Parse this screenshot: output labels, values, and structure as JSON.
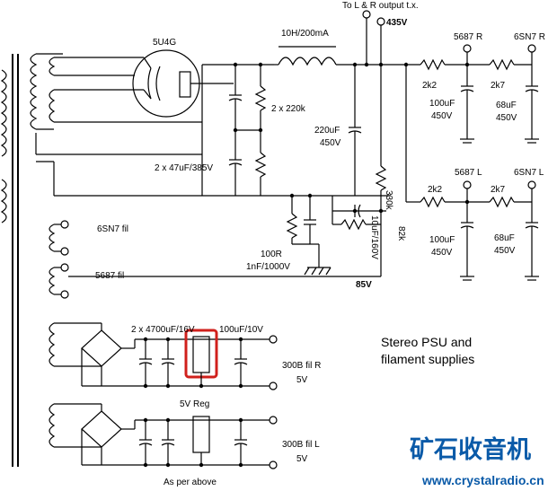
{
  "labels": {
    "top_output": "To L & R output t.x.",
    "v435": "435V",
    "rectifier": "5U4G",
    "choke": "10H/200mA",
    "res_2x220k": "2 x 220k",
    "cap_220uf": "220uF",
    "cap_220uf_v": "450V",
    "caps_2x47": "2 x 47uF/385V",
    "r330k": "330k",
    "cap_10uf": "10uF/160V",
    "r82k": "82k",
    "r100r": "100R",
    "cap_1nf": "1nF/1000V",
    "v85": "85V",
    "fil_6sn7": "6SN7 fil",
    "fil_5687": "5687 fil",
    "r_5687": "5687 R",
    "r_6sn7": "6SN7 R",
    "l_5687": "5687 L",
    "l_6sn7": "6SN7 L",
    "r_2k2_top": "2k2",
    "r_2k7_top": "2k7",
    "r_2k2_bot": "2k2",
    "r_2k7_bot": "2k7",
    "c100_top": "100uF",
    "c100_top_v": "450V",
    "c68_top": "68uF",
    "c68_top_v": "450V",
    "c100_bot": "100uF",
    "c100_bot_v": "450V",
    "c68_bot": "68uF",
    "c68_bot_v": "450V",
    "caps_4700": "2 x 4700uF/16V",
    "cap_100uf_10v": "100uF/10V",
    "fil_300b_r": "300B fil R",
    "fil_300b_r_v": "5V",
    "reg_5v": "5V Reg",
    "fil_300b_l": "300B fil L",
    "fil_300b_l_v": "5V",
    "as_per_above": "As per above",
    "title_line1": "Stereo PSU and",
    "title_line2": "filament supplies"
  },
  "watermark": {
    "chinese": "矿石收音机",
    "url": "www.crystalradio.cn"
  },
  "colors": {
    "wire": "#000000",
    "highlight": "#d0201c",
    "watermark": "#0a5aa8"
  }
}
